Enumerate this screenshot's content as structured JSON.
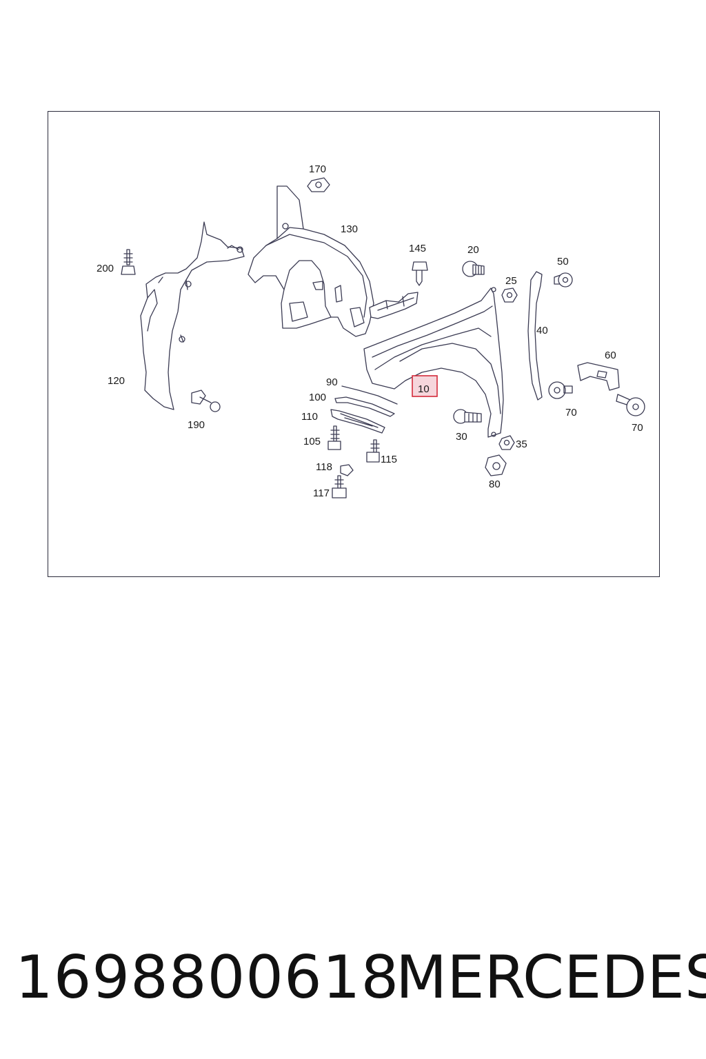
{
  "diagram": {
    "callouts": [
      {
        "id": "170",
        "label": "170"
      },
      {
        "id": "130",
        "label": "130"
      },
      {
        "id": "145",
        "label": "145"
      },
      {
        "id": "20",
        "label": "20"
      },
      {
        "id": "50",
        "label": "50"
      },
      {
        "id": "25",
        "label": "25"
      },
      {
        "id": "200",
        "label": "200"
      },
      {
        "id": "40",
        "label": "40"
      },
      {
        "id": "60",
        "label": "60"
      },
      {
        "id": "120",
        "label": "120"
      },
      {
        "id": "90",
        "label": "90"
      },
      {
        "id": "10",
        "label": "10"
      },
      {
        "id": "100",
        "label": "100"
      },
      {
        "id": "70a",
        "label": "70"
      },
      {
        "id": "70b",
        "label": "70"
      },
      {
        "id": "110",
        "label": "110"
      },
      {
        "id": "190",
        "label": "190"
      },
      {
        "id": "30",
        "label": "30"
      },
      {
        "id": "35",
        "label": "35"
      },
      {
        "id": "105",
        "label": "105"
      },
      {
        "id": "115",
        "label": "115"
      },
      {
        "id": "118",
        "label": "118"
      },
      {
        "id": "80",
        "label": "80"
      },
      {
        "id": "117",
        "label": "117"
      }
    ],
    "highlighted": "10",
    "highlight_color": "#d42a3a"
  },
  "footer": {
    "part_number": "1698800618",
    "brand": "MERCEDES"
  }
}
